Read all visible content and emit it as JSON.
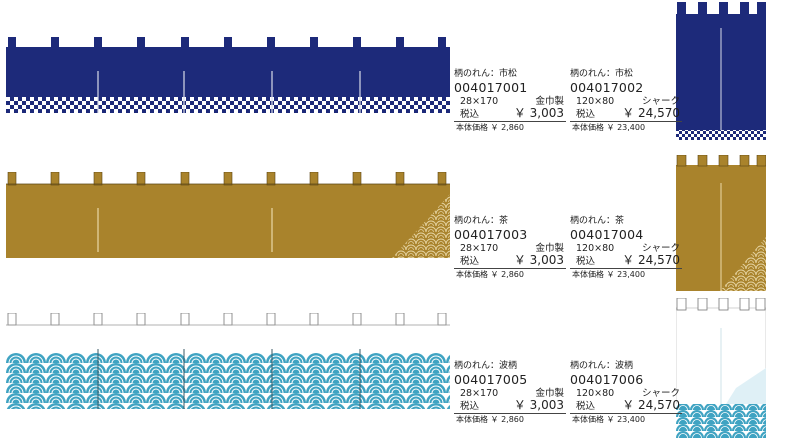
{
  "colors": {
    "navy": "#1d2a7a",
    "brown": "#a9832c",
    "wave": "#3fa3c2",
    "checker_light": "#ffffff"
  },
  "products": [
    {
      "type": "柄のれん：市松",
      "code": "004017001",
      "size": "28×170",
      "material": "金巾製",
      "tax_label": "税込",
      "price": "￥ 3,003",
      "base_label": "本体価格",
      "base_price": "￥ 2,860",
      "pattern": "checker",
      "color": "navy"
    },
    {
      "type": "柄のれん：市松",
      "code": "004017002",
      "size": "120×80",
      "material": "シャーク",
      "tax_label": "税込",
      "price": "￥ 24,570",
      "base_label": "本体価格",
      "base_price": "￥ 23,400",
      "pattern": "checker",
      "color": "navy"
    },
    {
      "type": "柄のれん：茶",
      "code": "004017003",
      "size": "28×170",
      "material": "金巾製",
      "tax_label": "税込",
      "price": "￥ 3,003",
      "base_label": "本体価格",
      "base_price": "￥ 2,860",
      "pattern": "corner-wave",
      "color": "brown"
    },
    {
      "type": "柄のれん：茶",
      "code": "004017004",
      "size": "120×80",
      "material": "シャーク",
      "tax_label": "税込",
      "price": "￥ 24,570",
      "base_label": "本体価格",
      "base_price": "￥ 23,400",
      "pattern": "corner-wave",
      "color": "brown"
    },
    {
      "type": "柄のれん：波柄",
      "code": "004017005",
      "size": "28×170",
      "material": "金巾製",
      "tax_label": "税込",
      "price": "￥ 3,003",
      "base_label": "本体価格",
      "base_price": "￥ 2,860",
      "pattern": "wave",
      "color": "white"
    },
    {
      "type": "柄のれん：波柄",
      "code": "004017006",
      "size": "120×80",
      "material": "シャーク",
      "tax_label": "税込",
      "price": "￥ 24,570",
      "base_label": "本体価格",
      "base_price": "￥ 23,400",
      "pattern": "wave",
      "color": "white"
    }
  ]
}
